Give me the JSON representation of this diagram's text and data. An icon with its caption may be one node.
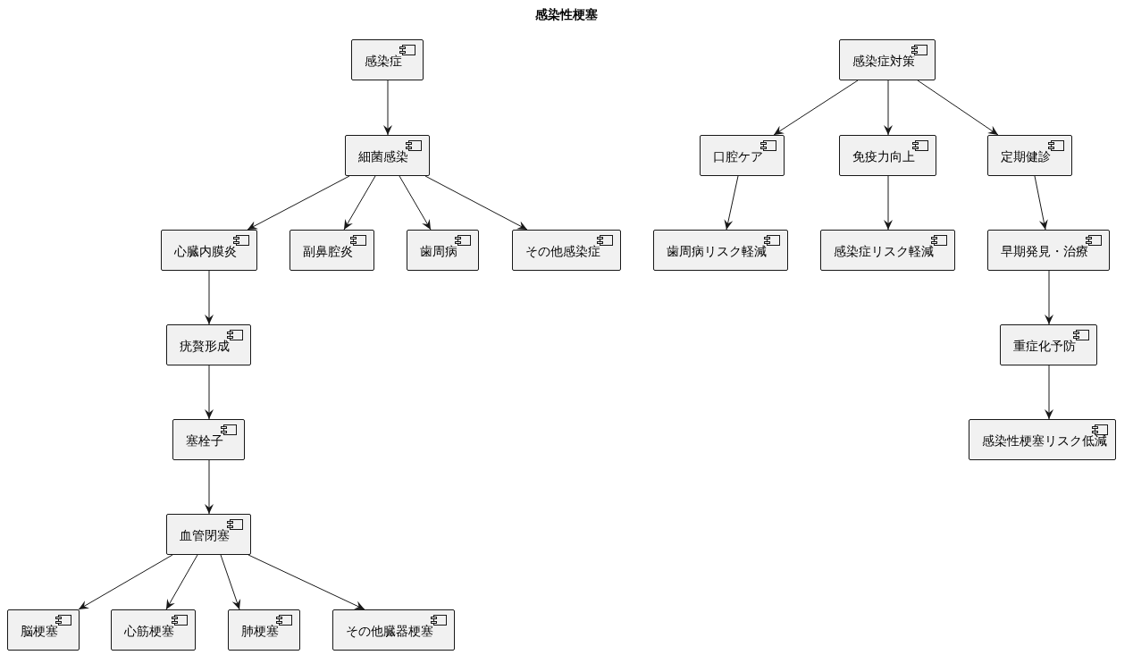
{
  "diagram": {
    "title": "感染性梗塞",
    "nodes": [
      {
        "text": [
          "感染症"
        ]
      },
      {
        "text": [
          "細菌感染"
        ]
      },
      {
        "text": [
          "心臓内膜炎"
        ]
      },
      {
        "text": [
          "副鼻腔炎"
        ]
      },
      {
        "text": [
          "歯周病"
        ]
      },
      {
        "text": [
          "その他感染症"
        ]
      },
      {
        "text": [
          "疣贅形成"
        ]
      },
      {
        "text": [
          "塞栓子"
        ]
      },
      {
        "text": [
          "血管閉塞"
        ]
      },
      {
        "text": [
          "脳梗塞"
        ]
      },
      {
        "text": [
          "心筋梗塞"
        ]
      },
      {
        "text": [
          "肺梗塞"
        ]
      },
      {
        "text": [
          "その他臓器梗塞"
        ]
      },
      {
        "text": [
          "感染症対策"
        ]
      },
      {
        "text": [
          "口腔ケア"
        ]
      },
      {
        "text": [
          "免疫力向上"
        ]
      },
      {
        "text": [
          "定期健診"
        ]
      },
      {
        "text": [
          "歯周病リスク軽減"
        ]
      },
      {
        "text": [
          "感染症リスク軽減"
        ]
      },
      {
        "text": [
          "早期発見・治療"
        ]
      },
      {
        "text": [
          "重症化予防"
        ]
      },
      {
        "text": [
          "感染性梗塞リスク低減"
        ]
      }
    ],
    "edges": [
      {
        "from": 0,
        "to": 1,
        "arrow": "to"
      },
      {
        "from": 1,
        "to": 2,
        "arrow": "to"
      },
      {
        "from": 1,
        "to": 3,
        "arrow": "to"
      },
      {
        "from": 1,
        "to": 4,
        "arrow": "to"
      },
      {
        "from": 1,
        "to": 5,
        "arrow": "to"
      },
      {
        "from": 2,
        "to": 6,
        "arrow": "to"
      },
      {
        "from": 6,
        "to": 7,
        "arrow": "to"
      },
      {
        "from": 7,
        "to": 8,
        "arrow": "to"
      },
      {
        "from": 8,
        "to": 9,
        "arrow": "to"
      },
      {
        "from": 8,
        "to": 10,
        "arrow": "to"
      },
      {
        "from": 8,
        "to": 11,
        "arrow": "to"
      },
      {
        "from": 8,
        "to": 12,
        "arrow": "to"
      },
      {
        "from": 13,
        "to": 14,
        "arrow": "to"
      },
      {
        "from": 13,
        "to": 15,
        "arrow": "to"
      },
      {
        "from": 13,
        "to": 16,
        "arrow": "to"
      },
      {
        "from": 14,
        "to": 17,
        "arrow": "to"
      },
      {
        "from": 15,
        "to": 18,
        "arrow": "to"
      },
      {
        "from": 16,
        "to": 19,
        "arrow": "to"
      },
      {
        "from": 19,
        "to": 20,
        "arrow": "to"
      },
      {
        "from": 20,
        "to": 21,
        "arrow": "to"
      }
    ]
  }
}
